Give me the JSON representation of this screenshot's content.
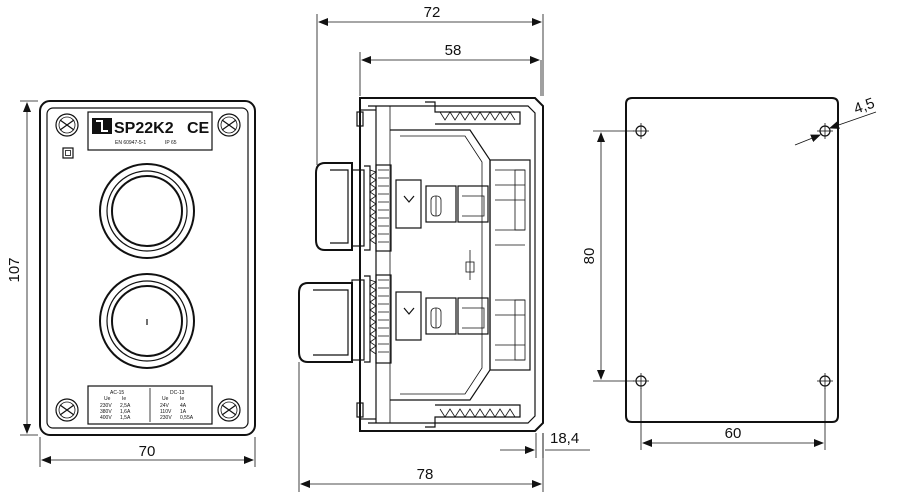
{
  "front_view": {
    "model_label": "SP22K2",
    "ce_mark": "CE",
    "standard_label": "EN 60947-5-1",
    "ip_label": "IP 65",
    "ratings": {
      "ac_header": "AC-15",
      "dc_header": "DC-13",
      "ue_label": "Ue",
      "ie_label": "Ie",
      "ac_rows": [
        [
          "230V",
          "2,5A"
        ],
        [
          "380V",
          "1,6A"
        ],
        [
          "400V",
          "1,5A"
        ]
      ],
      "dc_rows": [
        [
          "24V",
          "4A"
        ],
        [
          "110V",
          "1A"
        ],
        [
          "230V",
          "0,55A"
        ]
      ]
    }
  },
  "dimensions": {
    "front_height": "107",
    "front_width": "70",
    "side_width_top": "72",
    "side_width_inner": "58",
    "side_depth_bottom": "78",
    "button_protrusion": "18,4",
    "mount_height": "80",
    "mount_width": "60",
    "hole_diameter": "4,5"
  },
  "icons": [
    "screw-icon",
    "brand-logo-icon",
    "led-indicator-icon"
  ]
}
